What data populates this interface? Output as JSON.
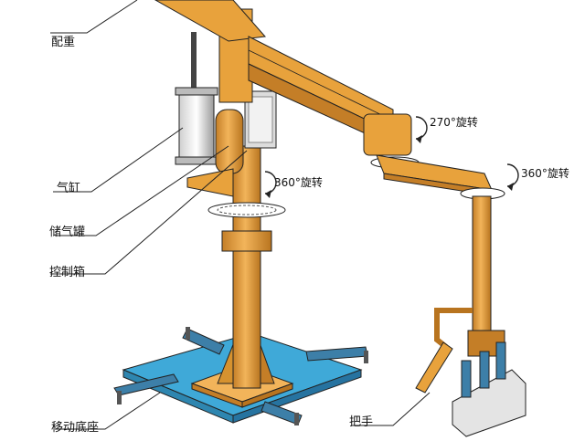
{
  "labels": {
    "counterweight": "配重",
    "cylinder": "气缸",
    "air_tank": "储气罐",
    "control_box": "控制箱",
    "mobile_base": "移动底座",
    "handle": "把手"
  },
  "rotations": {
    "arm_joint": "270°旋转",
    "column": "360°旋转",
    "tool_joint": "360°旋转"
  },
  "colors": {
    "frame": "#E8A23C",
    "frame_dark": "#B8741F",
    "base": "#3FA9D8",
    "foot": "#3D7FA8",
    "outline": "#222222"
  }
}
